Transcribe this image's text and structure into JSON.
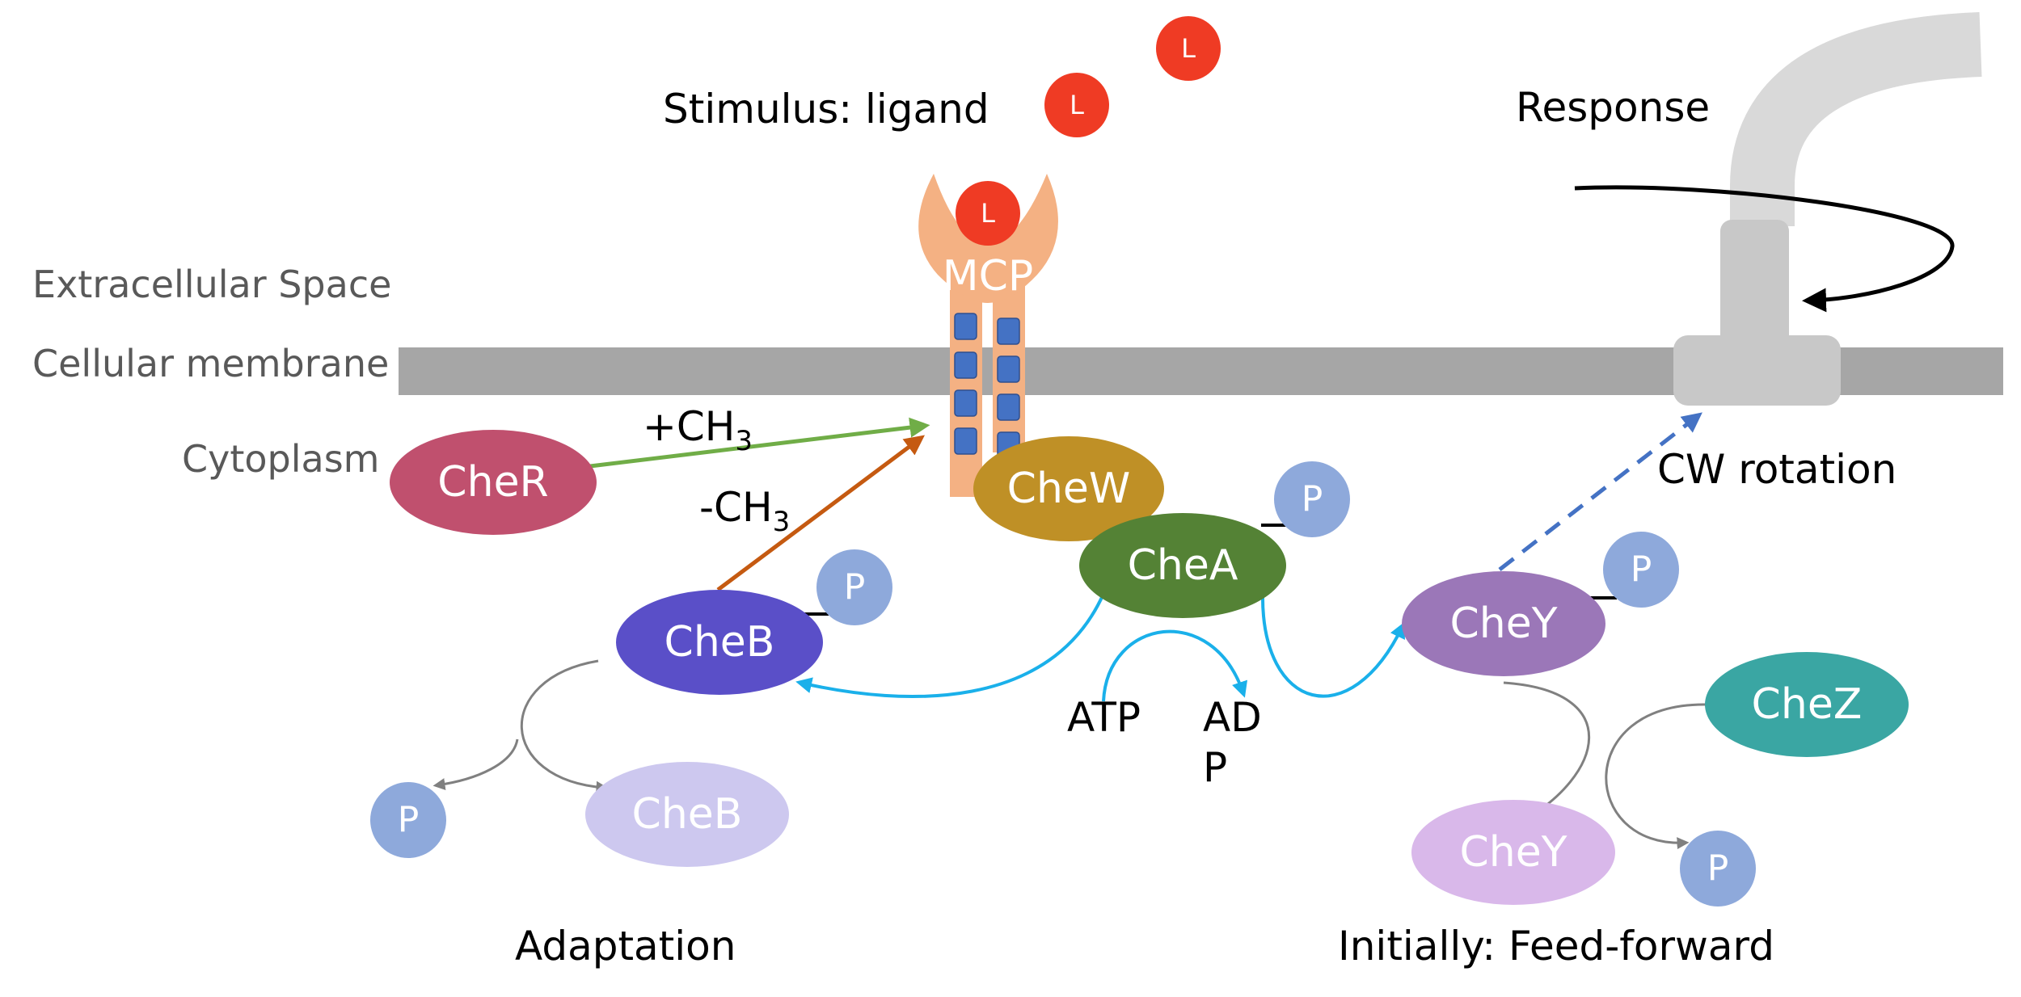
{
  "labels": {
    "stimulus": "Stimulus: ligand",
    "response": "Response",
    "extracellular": "Extracellular Space",
    "membrane": "Cellular membrane",
    "cytoplasm": "Cytoplasm",
    "adaptation": "Adaptation",
    "feed_forward": "Initially: Feed-forward",
    "cw_rotation": "CW rotation",
    "atp": "ATP",
    "adp_line1": "AD",
    "adp_line2": "P",
    "methyl_add": "+CH",
    "methyl_remove": "-CH",
    "methyl_sub": "3"
  },
  "receptor": {
    "name": "MCP",
    "ligand": "L"
  },
  "proteins": {
    "cher": "CheR",
    "chew": "CheW",
    "chea": "CheA",
    "cheb": "CheB",
    "cheb_dephospho": "CheB",
    "chey": "CheY",
    "chey_dephospho": "CheY",
    "chez": "CheZ"
  },
  "phosphate": "P",
  "colors": {
    "ligand": "#ef3b24",
    "mcp": "#f4b183",
    "methyl_site": "#4472c4",
    "membrane": "#a6a6a6",
    "motor": "#c8c8c8",
    "flagellum": "#d9d9d9",
    "cher": "#c0506e",
    "chew": "#bf9026",
    "chea": "#548235",
    "cheb": "#5a4fc8",
    "cheb_light": "#cdc8ef",
    "chey": "#9b77b8",
    "chey_light": "#d9b8ea",
    "chez": "#3aa6a3",
    "phosphate": "#8ea9db",
    "arrow_methyl_add": "#70ad47",
    "arrow_methyl_remove": "#c55a11",
    "arrow_phospho": "#1ab0ea",
    "arrow_signal": "#4472c4",
    "arrow_gray": "#808080"
  }
}
